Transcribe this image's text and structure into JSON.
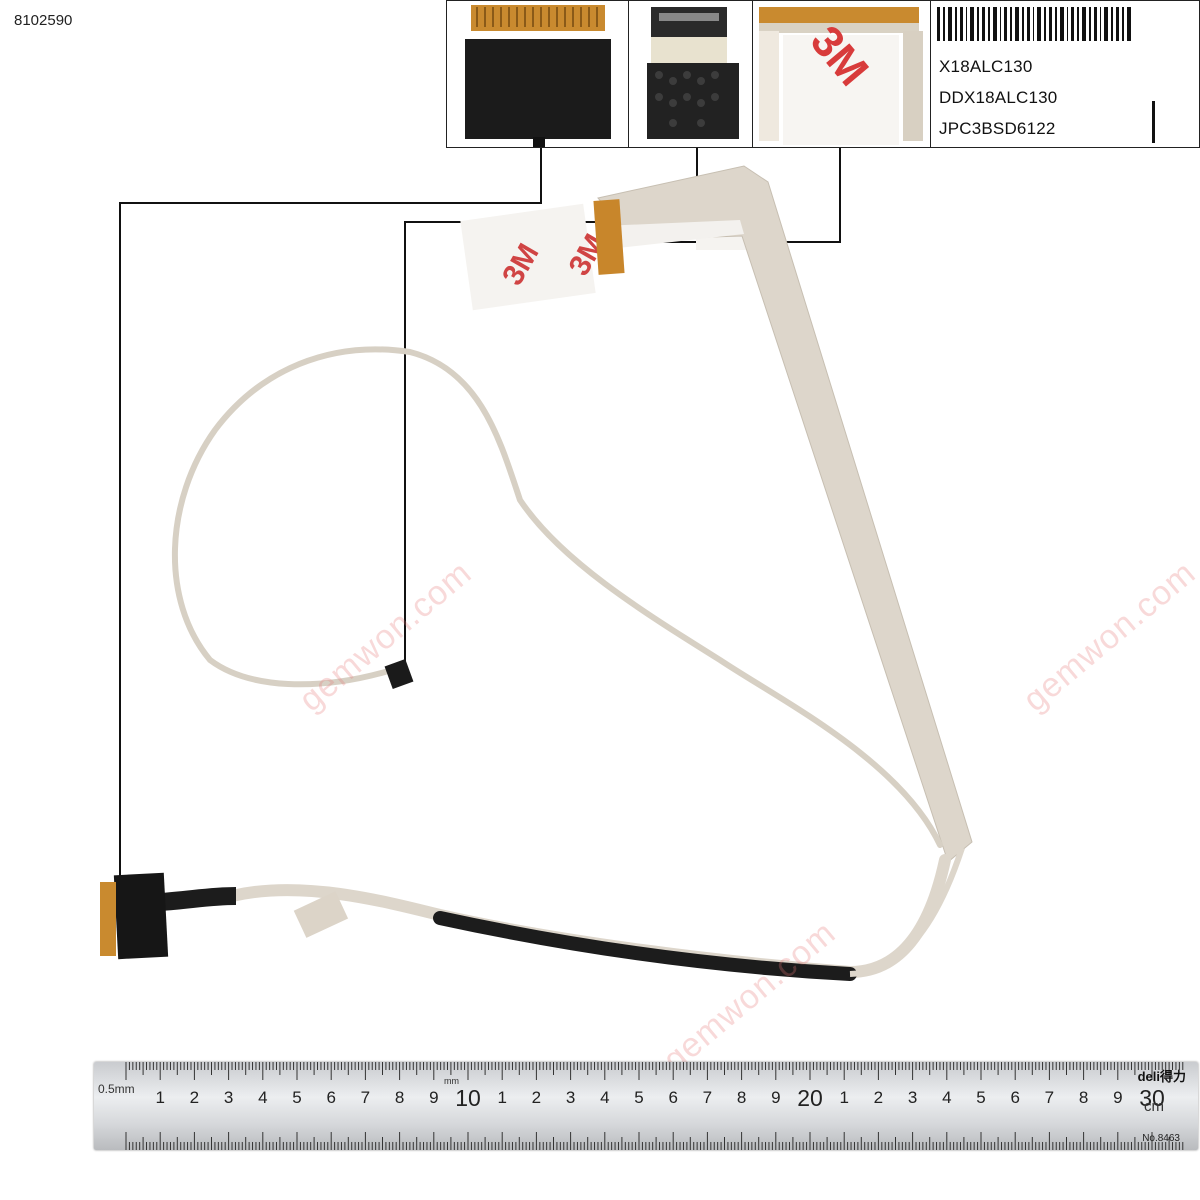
{
  "sku": "8102590",
  "parts": [
    "X18ALC130",
    "DDX18ALC130",
    "JPC3BSD6122"
  ],
  "watermark": "gemwon.com",
  "tape_label": "3M",
  "ruler": {
    "brand": "deli得力",
    "model": "No.8463",
    "unit": "cm",
    "scale_note": "0.5mm",
    "mm_label": "mm",
    "numbers": [
      "1",
      "2",
      "3",
      "4",
      "5",
      "6",
      "7",
      "8",
      "9",
      "10",
      "1",
      "2",
      "3",
      "4",
      "5",
      "6",
      "7",
      "8",
      "9",
      "20",
      "1",
      "2",
      "3",
      "4",
      "5",
      "6",
      "7",
      "8",
      "9",
      "30"
    ]
  }
}
